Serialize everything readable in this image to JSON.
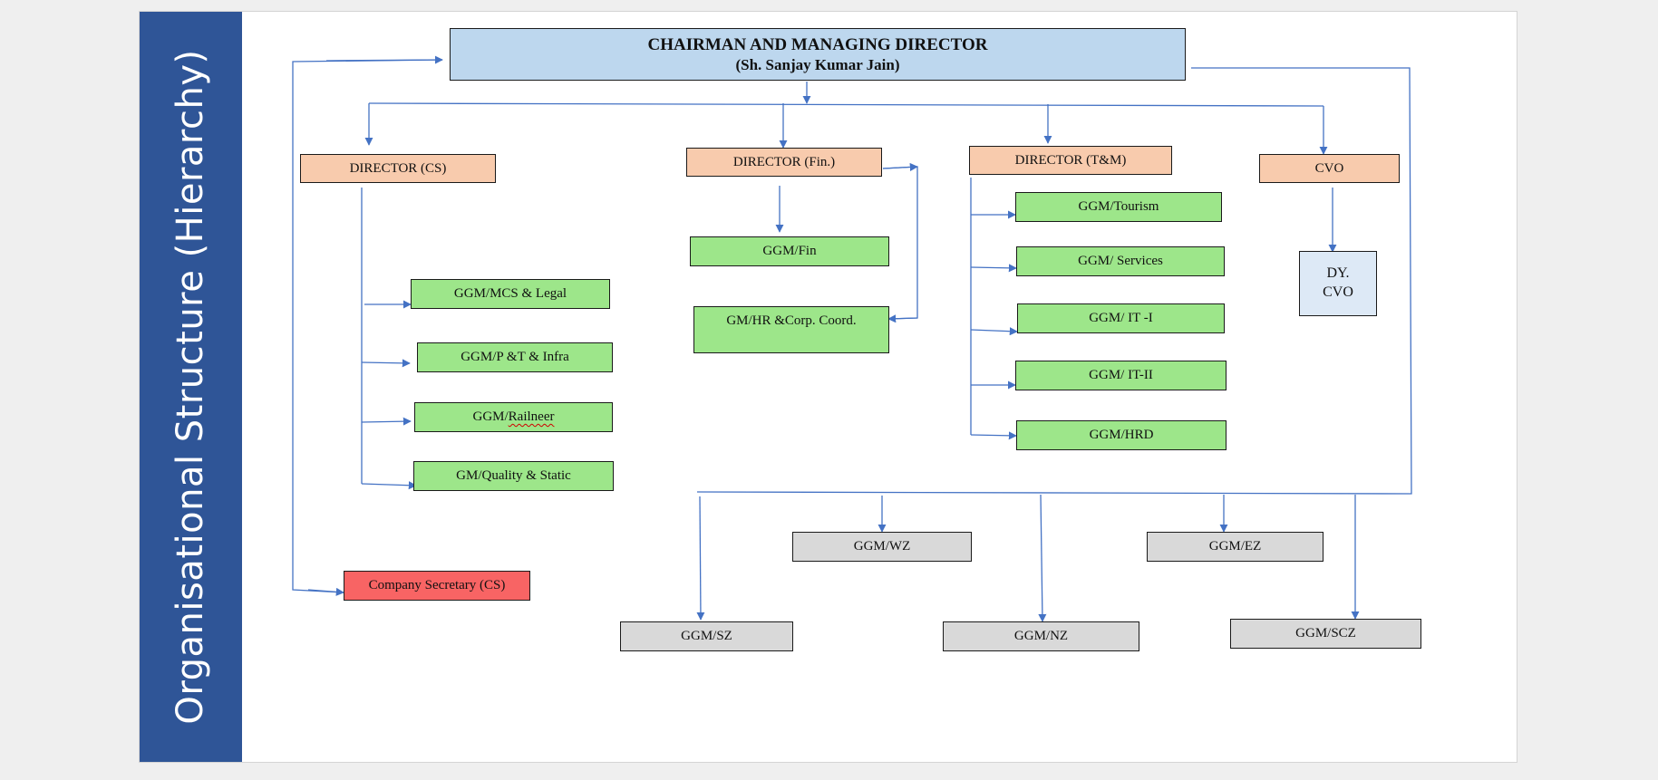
{
  "side_title": "Organisational Structure (Hierarchy)",
  "top": {
    "title": "CHAIRMAN AND MANAGING DIRECTOR",
    "name": "(Sh. Sanjay Kumar Jain)"
  },
  "directors": {
    "cs": "DIRECTOR (CS)",
    "fin": "DIRECTOR (Fin.)",
    "tm": "DIRECTOR (T&M)",
    "cvo": "CVO"
  },
  "cs_units": {
    "mcs_legal": "GGM/MCS  & Legal",
    "pt_infra": "GGM/P &T  & Infra",
    "railneer_prefix": "GGM/",
    "railneer_word": "Railneer",
    "quality": "GM/Quality & Static"
  },
  "fin_units": {
    "fin": "GGM/Fin",
    "hr": "GM/HR &Corp. Coord."
  },
  "tm_units": {
    "tourism": "GGM/Tourism",
    "services": "GGM/ Services",
    "it1": "GGM/ IT -I",
    "it2": "GGM/ IT-II",
    "hrd": "GGM/HRD"
  },
  "dy_cvo": {
    "line1": "DY.",
    "line2": "CVO"
  },
  "company_secretary": "Company  Secretary (CS)",
  "zones": {
    "wz": "GGM/WZ",
    "ez": "GGM/EZ",
    "sz": "GGM/SZ",
    "nz": "GGM/NZ",
    "scz": "GGM/SCZ"
  },
  "colors": {
    "band": "#2f5597",
    "top_box": "#bdd7ee",
    "director_box": "#f8cbad",
    "unit_box": "#9de68a",
    "zone_box": "#d9d9d9",
    "secretary_box": "#f86464",
    "dy_cvo_box": "#dde9f6",
    "connector": "#4472c4"
  }
}
